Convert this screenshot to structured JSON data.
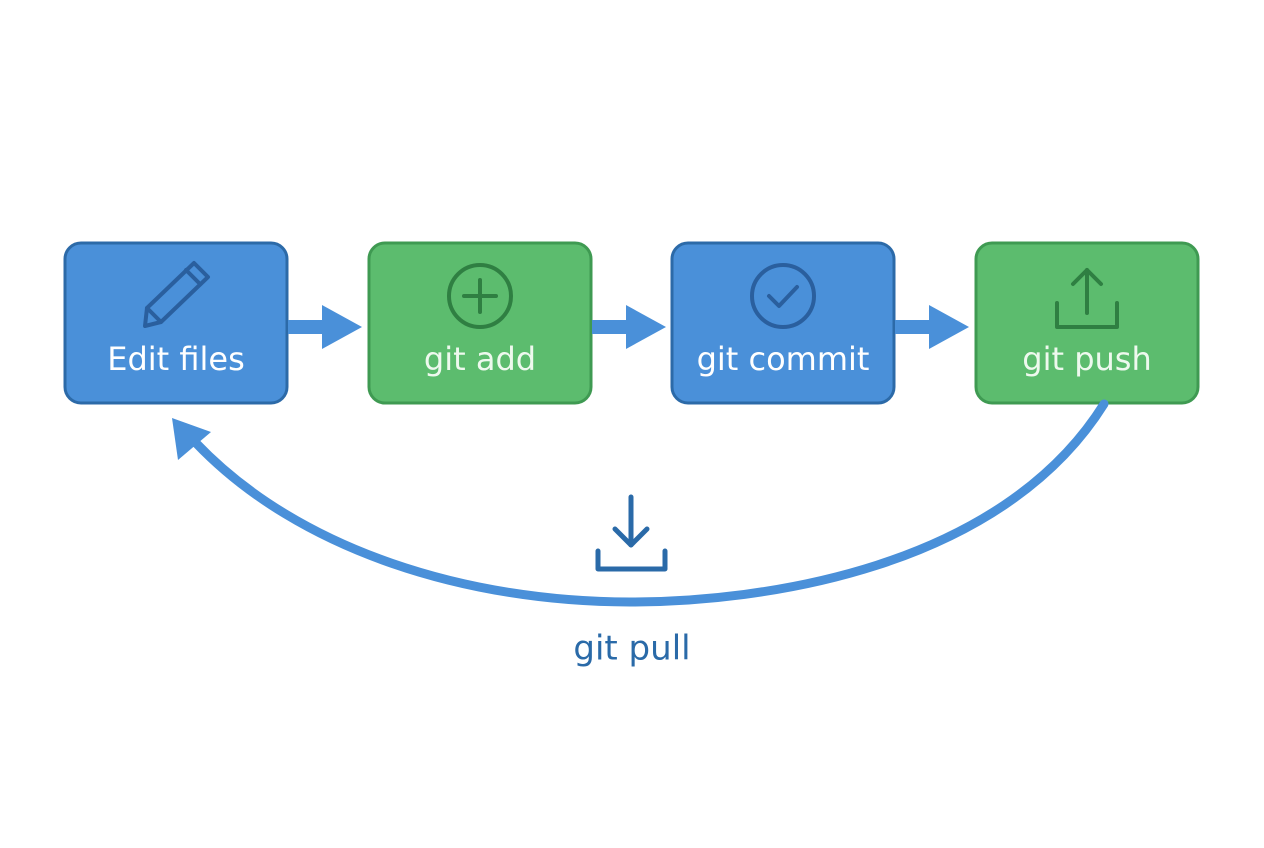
{
  "colors": {
    "blue_fill": "#4a90d9",
    "blue_border": "#2c6aa8",
    "blue_icon": "#2a5f9e",
    "green_fill": "#5cbc6e",
    "green_border": "#3f9a52",
    "green_icon": "#2f7f42",
    "arrow": "#4a90d9",
    "pull_text": "#2a6aa8",
    "background": "#ffffff"
  },
  "steps": [
    {
      "label": "Edit files",
      "icon": "pencil-icon",
      "color": "blue"
    },
    {
      "label": "git add",
      "icon": "plus-circle-icon",
      "color": "green"
    },
    {
      "label": "git commit",
      "icon": "check-circle-icon",
      "color": "blue"
    },
    {
      "label": "git push",
      "icon": "upload-icon",
      "color": "green"
    }
  ],
  "pull": {
    "label": "git pull",
    "icon": "download-icon"
  }
}
